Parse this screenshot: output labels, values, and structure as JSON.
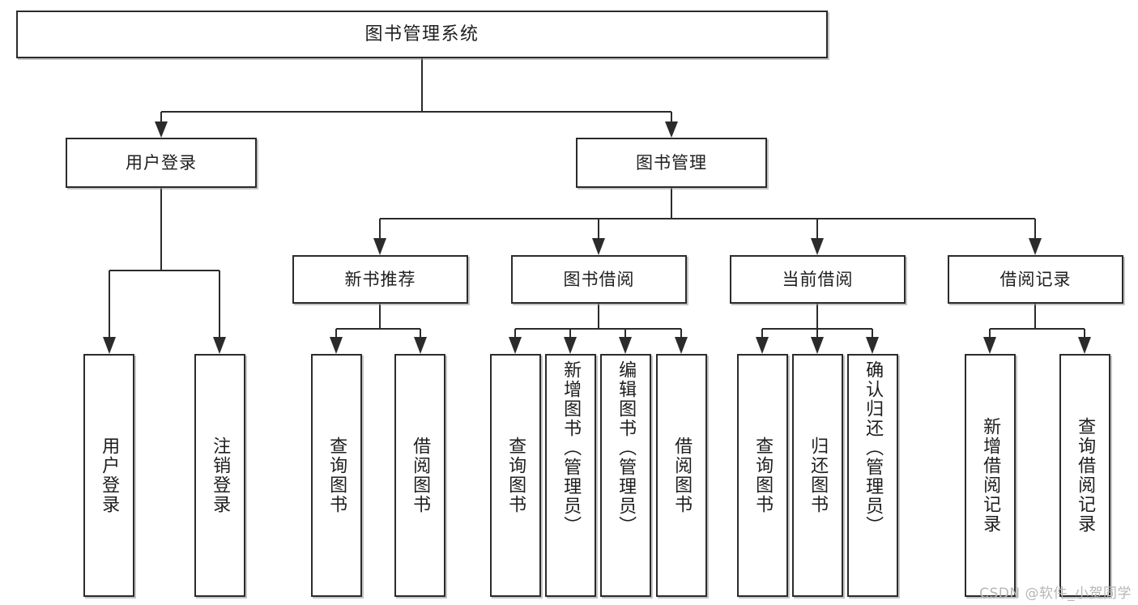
{
  "diagram": {
    "title": "图书管理系统",
    "type": "tree",
    "orientation": "top-down",
    "line_color": "#2b2b2b",
    "box_fill": "#ffffff",
    "text_color": "#1e1e1e"
  },
  "watermark": {
    "text": "CSDN @软件_小贺同学",
    "color": "#b6b6b6"
  },
  "nodes": {
    "root": {
      "label": "图书管理系统"
    },
    "level2": [
      {
        "label": "用户登录"
      },
      {
        "label": "图书管理"
      }
    ],
    "level3": [
      {
        "label": "新书推荐"
      },
      {
        "label": "图书借阅"
      },
      {
        "label": "当前借阅"
      },
      {
        "label": "借阅记录"
      }
    ],
    "leaves": {
      "user_login": [
        {
          "label": "用户登录"
        },
        {
          "label": "注销登录"
        }
      ],
      "new_book": [
        {
          "label": "查询图书"
        },
        {
          "label": "借阅图书"
        }
      ],
      "book_borrow": [
        {
          "label": "查询图书"
        },
        {
          "label": "新增图书（管理员）"
        },
        {
          "label": "编辑图书（管理员）"
        },
        {
          "label": "借阅图书"
        }
      ],
      "current_borrow": [
        {
          "label": "查询图书"
        },
        {
          "label": "归还图书"
        },
        {
          "label": "确认归还（管理员）"
        }
      ],
      "borrow_record": [
        {
          "label": "新增借阅记录"
        },
        {
          "label": "查询借阅记录"
        }
      ]
    }
  }
}
